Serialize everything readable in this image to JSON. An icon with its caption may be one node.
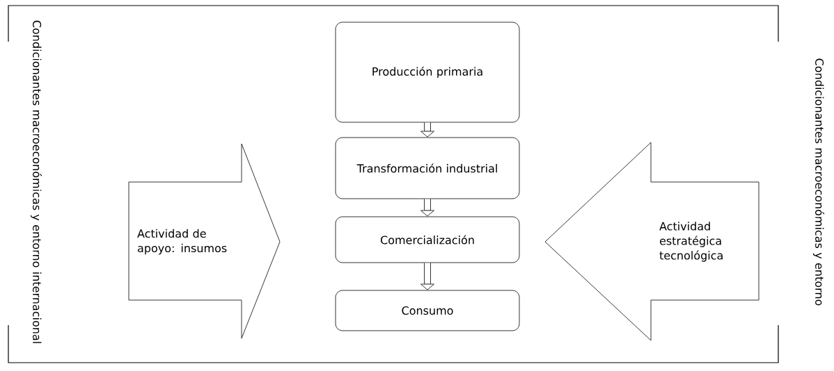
{
  "diagram": {
    "nodes": [
      {
        "text": [
          "Producción primaria"
        ]
      },
      {
        "text": [
          "Transformación industrial"
        ]
      },
      {
        "text": [
          "Comercialización"
        ]
      },
      {
        "text": [
          "Consumo"
        ]
      },
      {
        "text": [
          "Actividad de apoyo: insumos"
        ]
      },
      {
        "text": [
          "Actividad estratégica tecnológica"
        ]
      }
    ],
    "edges": [
      {
        "from": 0,
        "to": 1,
        "arrow": "to"
      },
      {
        "from": 1,
        "to": 2,
        "arrow": "to"
      },
      {
        "from": 2,
        "to": 3,
        "arrow": "to"
      }
    ],
    "labels": [
      "Condicionantes macroeconómicas y entorno internacional",
      "Condicionantes macroeconómicas y entorno"
    ]
  }
}
